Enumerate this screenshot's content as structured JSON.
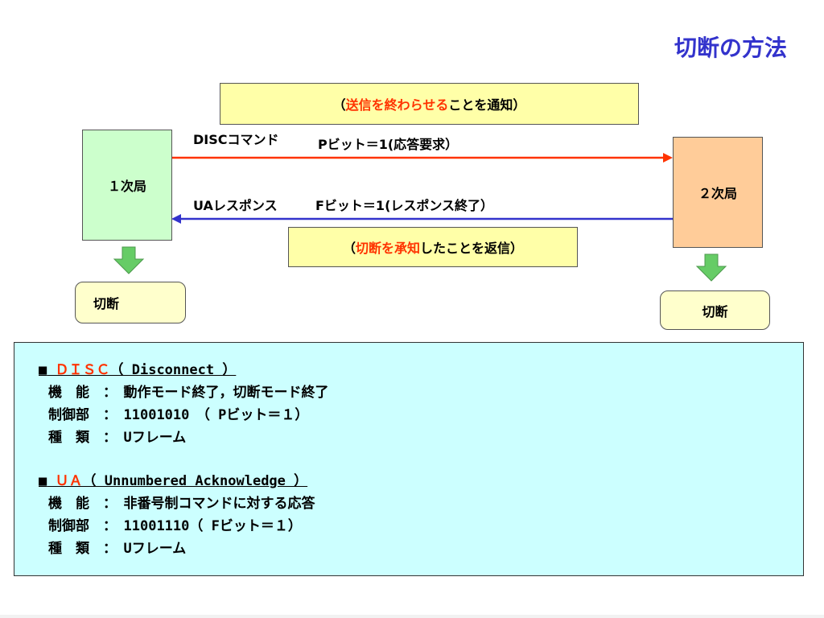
{
  "title": "切断の方法",
  "note_top": {
    "open": "（",
    "highlight": "送信を終わらせる",
    "rest": "ことを通知）"
  },
  "note_bottom": {
    "open": "（",
    "highlight": "切断を承知",
    "rest": "したことを返信）"
  },
  "station1": "１次局",
  "station2": "２次局",
  "disc_label": "DISCコマンド",
  "disc_pbit": "Pビット＝1(応答要求）",
  "ua_label": "UAレスポンス",
  "ua_fbit": "Fビット＝1(レスポンス終了）",
  "cut1": "切断",
  "cut2": "切断",
  "arrow_colors": {
    "disc": "#ff3300",
    "ua": "#3333cc",
    "down": "#66cc66"
  },
  "panel": {
    "disc": {
      "bullet": "■",
      "name": "ＤＩＳＣ",
      "paren": "（ Disconnect ）",
      "line1": "機　能　：　動作モード終了，切断モード終了",
      "line2": "制御部　：　11001010　（ Pビット＝１）",
      "line3": "種　類　：　Uフレーム"
    },
    "ua": {
      "bullet": "■",
      "name": "ＵＡ",
      "paren": "（ Unnumbered Acknowledge ）",
      "line1": "機　能　：　非番号制コマンドに対する応答",
      "line2": "制御部　：　11001110（ Fビット＝１）",
      "line3": "種　類　：　Uフレーム"
    }
  }
}
